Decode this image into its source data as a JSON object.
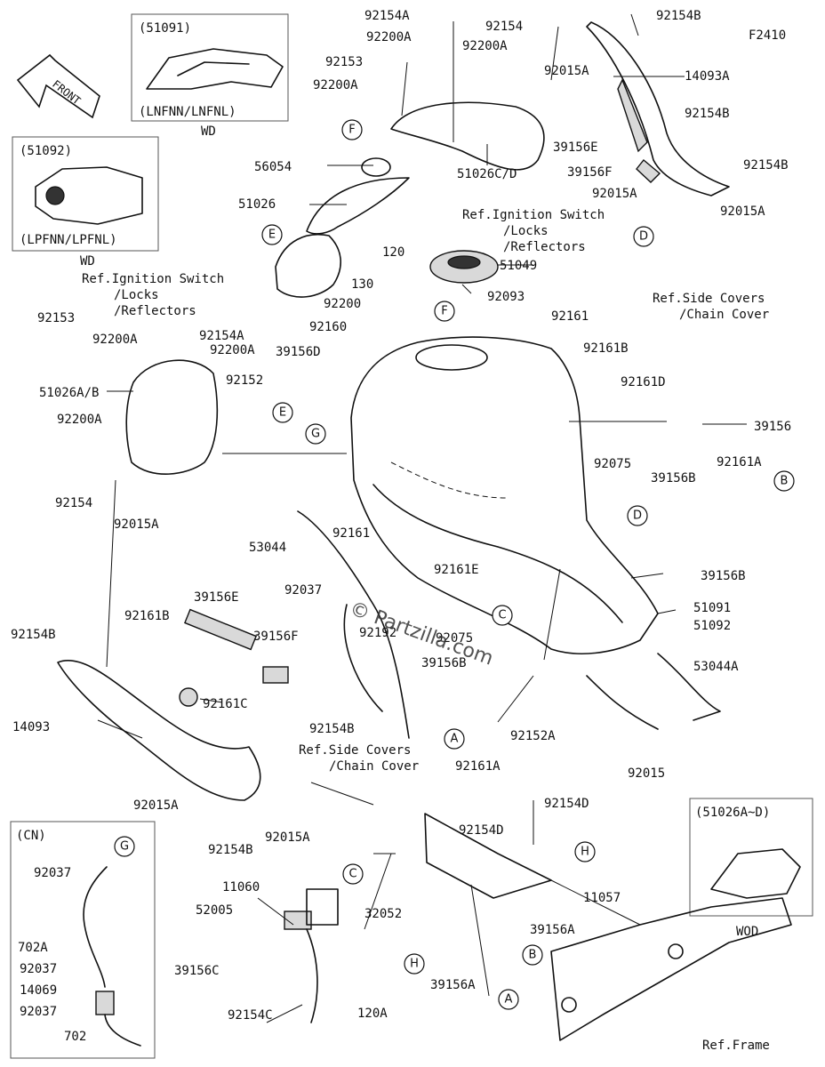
{
  "figure_code": "F2410",
  "front_label": "FRONT",
  "watermark": "© Partzilla.com",
  "insets": [
    {
      "id": "51091",
      "header": "(51091)",
      "footer": "(LNFNN/LNFNL)",
      "below": "WD"
    },
    {
      "id": "51092",
      "header": "(51092)",
      "footer": "(LPFNN/LPFNL)",
      "below": "WD"
    },
    {
      "id": "51026AD",
      "header": "(51026A~D)",
      "footer": "",
      "below": "WOD"
    },
    {
      "id": "CN",
      "header": "(CN)",
      "footer": "",
      "below": ""
    }
  ],
  "labels": [
    {
      "text": "92154A"
    },
    {
      "text": "92200A"
    },
    {
      "text": "92154"
    },
    {
      "text": "92200A"
    },
    {
      "text": "92154B"
    },
    {
      "text": "92153"
    },
    {
      "text": "92200A"
    },
    {
      "text": "92015A"
    },
    {
      "text": "14093A"
    },
    {
      "text": "51026C/D"
    },
    {
      "text": "56054"
    },
    {
      "text": "51026"
    },
    {
      "text": "39156E"
    },
    {
      "text": "92154B"
    },
    {
      "text": "39156F"
    },
    {
      "text": "92154B"
    },
    {
      "text": "92015A"
    },
    {
      "text": "92015A"
    },
    {
      "text": "Ref.Ignition Switch"
    },
    {
      "text": "/Locks"
    },
    {
      "text": "/Reflectors"
    },
    {
      "text": "120"
    },
    {
      "text": "51049"
    },
    {
      "text": "Ref.Ignition Switch"
    },
    {
      "text": "/Locks"
    },
    {
      "text": "/Reflectors"
    },
    {
      "text": "130"
    },
    {
      "text": "92093"
    },
    {
      "text": "Ref.Side Covers"
    },
    {
      "text": "/Chain Cover"
    },
    {
      "text": "92200"
    },
    {
      "text": "92153"
    },
    {
      "text": "92200A"
    },
    {
      "text": "92154A"
    },
    {
      "text": "92200A"
    },
    {
      "text": "92160"
    },
    {
      "text": "39156D"
    },
    {
      "text": "92161"
    },
    {
      "text": "92161B"
    },
    {
      "text": "51026A/B"
    },
    {
      "text": "92152"
    },
    {
      "text": "92161D"
    },
    {
      "text": "92200A"
    },
    {
      "text": "39156"
    },
    {
      "text": "92154"
    },
    {
      "text": "92015A"
    },
    {
      "text": "92075"
    },
    {
      "text": "39156B"
    },
    {
      "text": "92161A"
    },
    {
      "text": "92161"
    },
    {
      "text": "53044"
    },
    {
      "text": "92161E"
    },
    {
      "text": "39156B"
    },
    {
      "text": "92037"
    },
    {
      "text": "92075"
    },
    {
      "text": "51091"
    },
    {
      "text": "51092"
    },
    {
      "text": "92192"
    },
    {
      "text": "39156B"
    },
    {
      "text": "39156E"
    },
    {
      "text": "53044A"
    },
    {
      "text": "92161B"
    },
    {
      "text": "39156F"
    },
    {
      "text": "92154B"
    },
    {
      "text": "92161C"
    },
    {
      "text": "14093"
    },
    {
      "text": "92154B"
    },
    {
      "text": "92152A"
    },
    {
      "text": "Ref.Side Covers"
    },
    {
      "text": "/Chain Cover"
    },
    {
      "text": "92161A"
    },
    {
      "text": "92015"
    },
    {
      "text": "92015A"
    },
    {
      "text": "92154D"
    },
    {
      "text": "92154B"
    },
    {
      "text": "92015A"
    },
    {
      "text": "92154D"
    },
    {
      "text": "92037"
    },
    {
      "text": "11060"
    },
    {
      "text": "32052"
    },
    {
      "text": "39156A"
    },
    {
      "text": "11057"
    },
    {
      "text": "52005"
    },
    {
      "text": "702A"
    },
    {
      "text": "92037"
    },
    {
      "text": "14069"
    },
    {
      "text": "39156C"
    },
    {
      "text": "92154C"
    },
    {
      "text": "120A"
    },
    {
      "text": "39156A"
    },
    {
      "text": "92037"
    },
    {
      "text": "702"
    },
    {
      "text": "Ref.Frame"
    }
  ],
  "callouts": [
    {
      "letter": "F"
    },
    {
      "letter": "D"
    },
    {
      "letter": "E"
    },
    {
      "letter": "F"
    },
    {
      "letter": "E"
    },
    {
      "letter": "G"
    },
    {
      "letter": "B"
    },
    {
      "letter": "D"
    },
    {
      "letter": "C"
    },
    {
      "letter": "A"
    },
    {
      "letter": "G"
    },
    {
      "letter": "C"
    },
    {
      "letter": "H"
    },
    {
      "letter": "H"
    },
    {
      "letter": "B"
    },
    {
      "letter": "A"
    }
  ]
}
